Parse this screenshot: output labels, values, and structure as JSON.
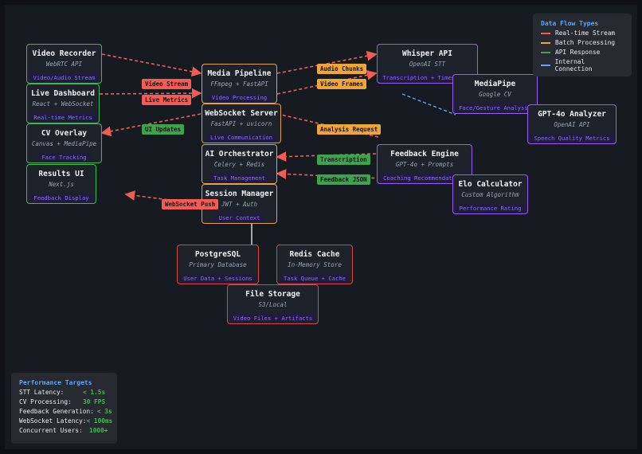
{
  "nodes": [
    {
      "key": "video-recorder",
      "title": "Video Recorder",
      "subtitle": "WebRTC API",
      "tag": "Video/Audio Stream",
      "color": "green"
    },
    {
      "key": "live-dashboard",
      "title": "Live Dashboard",
      "subtitle": "React + WebSocket",
      "tag": "Real-time Metrics",
      "color": "green"
    },
    {
      "key": "cv-overlay",
      "title": "CV Overlay",
      "subtitle": "Canvas + MediaPipe",
      "tag": "Face Tracking",
      "color": "green"
    },
    {
      "key": "results-ui",
      "title": "Results UI",
      "subtitle": "Next.js",
      "tag": "Feedback Display",
      "color": "green"
    },
    {
      "key": "media-pipeline",
      "title": "Media Pipeline",
      "subtitle": "FFmpeg + FastAPI",
      "tag": "Video Processing",
      "color": "orange"
    },
    {
      "key": "websocket-server",
      "title": "WebSocket Server",
      "subtitle": "FastAPI + uvicorn",
      "tag": "Live Communication",
      "color": "orange"
    },
    {
      "key": "ai-orchestrator",
      "title": "AI Orchestrator",
      "subtitle": "Celery + Redis",
      "tag": "Task Management",
      "color": "orange"
    },
    {
      "key": "session-manager",
      "title": "Session Manager",
      "subtitle": "JWT + Auth",
      "tag": "User Context",
      "color": "orange"
    },
    {
      "key": "whisper-api",
      "title": "Whisper API",
      "subtitle": "OpenAI STT",
      "tag": "Transcription + Timestamps",
      "color": "purple"
    },
    {
      "key": "mediapipe",
      "title": "MediaPipe",
      "subtitle": "Google CV",
      "tag": "Face/Gesture Analysis",
      "color": "purple"
    },
    {
      "key": "gpt4o-analyzer",
      "title": "GPT-4o Analyzer",
      "subtitle": "OpenAI API",
      "tag": "Speech Quality Metrics",
      "color": "purple"
    },
    {
      "key": "feedback-engine",
      "title": "Feedback Engine",
      "subtitle": "GPT-4o + Prompts",
      "tag": "Coaching Recommendations",
      "color": "purple"
    },
    {
      "key": "elo-calculator",
      "title": "Elo Calculator",
      "subtitle": "Custom Algorithm",
      "tag": "Performance Rating",
      "color": "purple"
    },
    {
      "key": "postgresql",
      "title": "PostgreSQL",
      "subtitle": "Primary Database",
      "tag": "User Data + Sessions",
      "color": "red"
    },
    {
      "key": "redis-cache",
      "title": "Redis Cache",
      "subtitle": "In-Memory Store",
      "tag": "Task Queue + Cache",
      "color": "red"
    },
    {
      "key": "file-storage",
      "title": "File Storage",
      "subtitle": "S3/Local",
      "tag": "Video Files + Artifacts",
      "color": "red"
    }
  ],
  "edge_labels": [
    {
      "key": "video-stream",
      "text": "Video Stream",
      "color": "red"
    },
    {
      "key": "live-metrics",
      "text": "Live Metrics",
      "color": "red"
    },
    {
      "key": "audio-chunks",
      "text": "Audio Chunks",
      "color": "orange"
    },
    {
      "key": "video-frames",
      "text": "Video Frames",
      "color": "orange"
    },
    {
      "key": "ui-updates",
      "text": "UI Updates",
      "color": "green"
    },
    {
      "key": "analysis-request",
      "text": "Analysis Request",
      "color": "orange"
    },
    {
      "key": "transcription",
      "text": "Transcription",
      "color": "green"
    },
    {
      "key": "feedback-json",
      "text": "Feedback JSON",
      "color": "green"
    },
    {
      "key": "websocket-push",
      "text": "WebSocket Push",
      "color": "red"
    }
  ],
  "legend": {
    "title": "Data Flow Types",
    "items": [
      {
        "label": "Real-time Stream",
        "color": "#f25c54"
      },
      {
        "label": "Batch Processing",
        "color": "#f0a53a"
      },
      {
        "label": "API Response",
        "color": "#3fa34d"
      },
      {
        "label": "Internal Connection",
        "color": "#58a6ff"
      }
    ]
  },
  "performance": {
    "title": "Performance Targets",
    "rows": [
      {
        "label": "STT Latency:",
        "value": "< 1.5s"
      },
      {
        "label": "CV Processing:",
        "value": "30 FPS"
      },
      {
        "label": "Feedback Generation:",
        "value": "< 3s"
      },
      {
        "label": "WebSocket Latency:",
        "value": "< 100ms"
      },
      {
        "label": "Concurrent Users:",
        "value": "1000+"
      }
    ]
  },
  "colors": {
    "green": "#3fb950",
    "orange": "#e3a04d",
    "purple": "#9d5cf0",
    "red": "#d9473e",
    "realtime": "#f25c54",
    "batch": "#f0a53a",
    "api": "#3fa34d",
    "internal": "#58a6ff",
    "storage": "#c9ccd1"
  }
}
